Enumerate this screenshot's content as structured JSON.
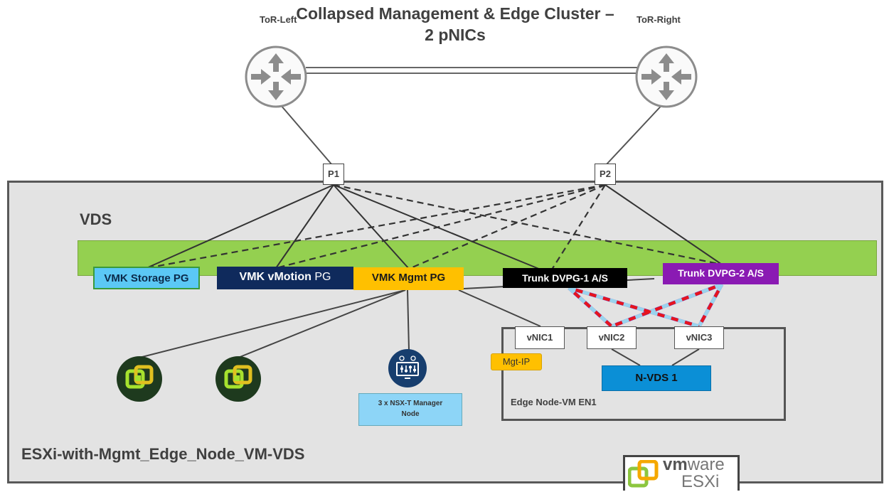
{
  "title": {
    "line1": "Collapsed Management & Edge Cluster –",
    "line2": "2 pNICs"
  },
  "switches": {
    "left_label": "ToR-Left",
    "right_label": "ToR-Right"
  },
  "ports": {
    "p1": "P1",
    "p2": "P2"
  },
  "vds": {
    "label": "VDS",
    "port_groups": {
      "storage": "VMK Storage PG",
      "vmotion_bold": "VMK vMotion",
      "vmotion_thin": " PG",
      "mgmt": "VMK Mgmt PG",
      "trunk1": "Trunk DVPG-1 A/S",
      "trunk2": "Trunk DVPG-2 A/S"
    }
  },
  "edge_node": {
    "label": "Edge Node-VM EN1",
    "vnics": [
      "vNIC1",
      "vNIC2",
      "vNIC3"
    ],
    "mgt_ip": "Mgt-IP",
    "nvds": "N-VDS 1"
  },
  "nsx_manager": {
    "line1": "3 x NSX-T Manager",
    "line2": "Node"
  },
  "host_label": "ESXi-with-Mgmt_Edge_Node_VM-VDS",
  "vmware_logo": {
    "vm": "vm",
    "ware": "ware",
    "esxi": "ESXi"
  },
  "colors": {
    "vds_bar": "#94d050",
    "host_bg": "#e3e3e3",
    "storage_pg": "#5bc8f5",
    "vmotion_pg": "#0f2a5c",
    "mgmt_pg": "#ffc000",
    "trunk1_pg": "#000000",
    "trunk2_pg": "#8a1ab3",
    "nvds": "#0b8fd6",
    "nsx_box": "#8dd5f7",
    "trunk_dash_red": "#e8141c",
    "trunk_dash_blue": "#9ad3ee",
    "trunk_dash_purple": "#7e2fa8"
  },
  "icons": [
    "router-icon",
    "vcenter-icon",
    "nsx-manager-icon",
    "vmware-esxi-logo"
  ]
}
